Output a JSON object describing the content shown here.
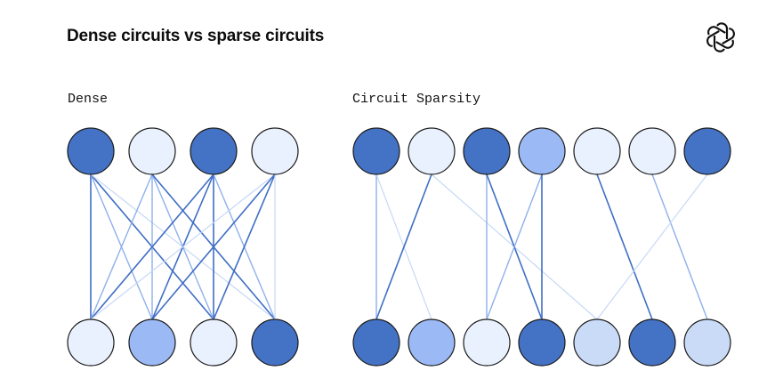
{
  "title": "Dense circuits vs sparse circuits",
  "logo_icon": "openai-logo-icon",
  "colors": {
    "dark": "#4472c4",
    "medium": "#9bb9f4",
    "light": "#c9dbf7",
    "pale": "#e8f1fd",
    "stroke": "#1a1a1a",
    "edge_dark": "#3f6ec4",
    "edge_mid": "#8fb0eb",
    "edge_light": "#c7d9f6"
  },
  "panels": [
    {
      "id": "dense",
      "label": "Dense",
      "top_nodes": [
        "dark",
        "pale",
        "dark",
        "pale"
      ],
      "bottom_nodes": [
        "pale",
        "medium",
        "pale",
        "dark"
      ],
      "edges": [
        {
          "from": 0,
          "to": 0,
          "strength": "dark"
        },
        {
          "from": 0,
          "to": 1,
          "strength": "mid"
        },
        {
          "from": 0,
          "to": 2,
          "strength": "dark"
        },
        {
          "from": 0,
          "to": 3,
          "strength": "light"
        },
        {
          "from": 1,
          "to": 0,
          "strength": "mid"
        },
        {
          "from": 1,
          "to": 1,
          "strength": "mid"
        },
        {
          "from": 1,
          "to": 2,
          "strength": "mid"
        },
        {
          "from": 1,
          "to": 3,
          "strength": "dark"
        },
        {
          "from": 2,
          "to": 0,
          "strength": "dark"
        },
        {
          "from": 2,
          "to": 1,
          "strength": "dark"
        },
        {
          "from": 2,
          "to": 2,
          "strength": "dark"
        },
        {
          "from": 2,
          "to": 3,
          "strength": "mid"
        },
        {
          "from": 3,
          "to": 0,
          "strength": "light"
        },
        {
          "from": 3,
          "to": 1,
          "strength": "dark"
        },
        {
          "from": 3,
          "to": 2,
          "strength": "dark"
        },
        {
          "from": 3,
          "to": 3,
          "strength": "light"
        }
      ]
    },
    {
      "id": "sparse",
      "label": "Circuit Sparsity",
      "top_nodes": [
        "dark",
        "pale",
        "dark",
        "medium",
        "pale",
        "pale",
        "dark"
      ],
      "bottom_nodes": [
        "dark",
        "medium",
        "pale",
        "dark",
        "light",
        "dark",
        "light"
      ],
      "edges": [
        {
          "from": 0,
          "to": 0,
          "strength": "mid"
        },
        {
          "from": 0,
          "to": 1,
          "strength": "light"
        },
        {
          "from": 1,
          "to": 0,
          "strength": "dark"
        },
        {
          "from": 1,
          "to": 4,
          "strength": "light"
        },
        {
          "from": 2,
          "to": 2,
          "strength": "mid"
        },
        {
          "from": 2,
          "to": 3,
          "strength": "dark"
        },
        {
          "from": 3,
          "to": 2,
          "strength": "mid"
        },
        {
          "from": 3,
          "to": 3,
          "strength": "dark"
        },
        {
          "from": 4,
          "to": 5,
          "strength": "dark"
        },
        {
          "from": 5,
          "to": 6,
          "strength": "mid"
        },
        {
          "from": 6,
          "to": 4,
          "strength": "light"
        }
      ]
    }
  ]
}
